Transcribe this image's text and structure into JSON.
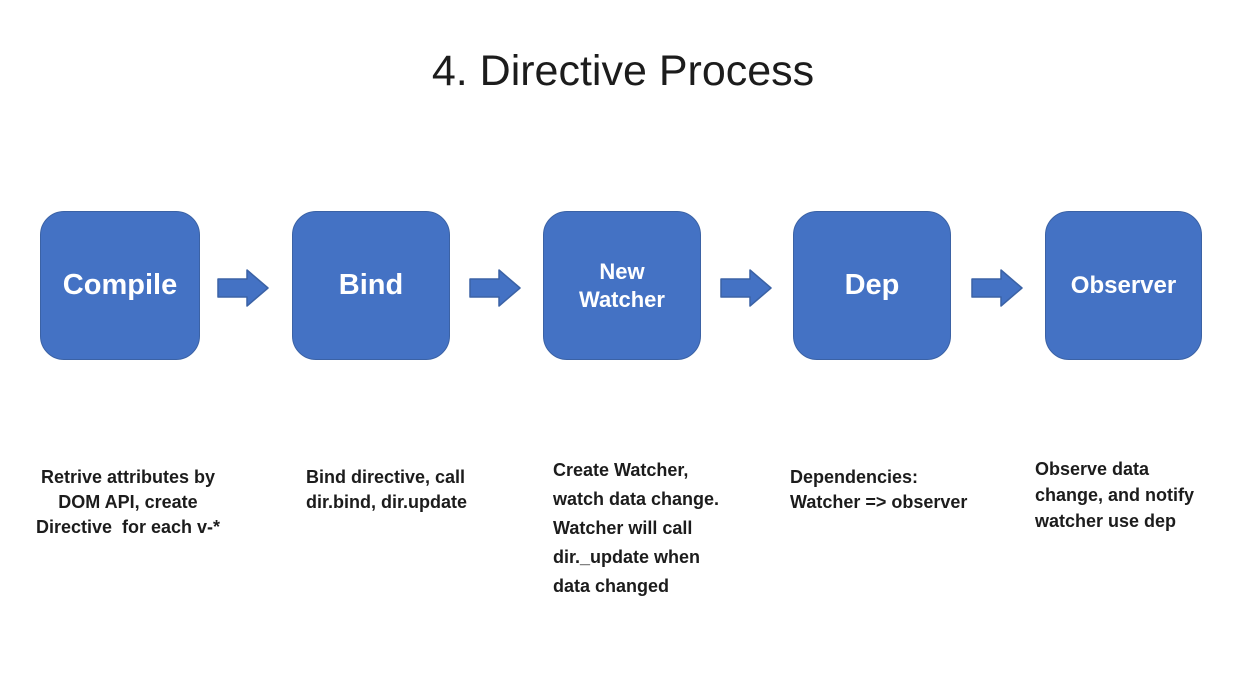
{
  "title": "4. Directive Process",
  "colors": {
    "background": "#FFFFFF",
    "node_fill": "#4472C4",
    "node_border": "#3B62A5",
    "node_text": "#FFFFFF",
    "body_text": "#1C1C1C"
  },
  "flow": {
    "connector_icon": "right-arrow",
    "steps": [
      {
        "label": "Compile",
        "description": "Retrive attributes by\nDOM API, create\nDirective  for each v-*"
      },
      {
        "label": "Bind",
        "description": "Bind directive, call\ndir.bind, dir.update"
      },
      {
        "label": "New\nWatcher",
        "description": "Create Watcher,\nwatch data change.\nWatcher will call\ndir._update when\ndata changed"
      },
      {
        "label": "Dep",
        "description": "Dependencies:\nWatcher => observer"
      },
      {
        "label": "Observer",
        "description": "Observe data\nchange, and notify\nwatcher use dep"
      }
    ]
  }
}
